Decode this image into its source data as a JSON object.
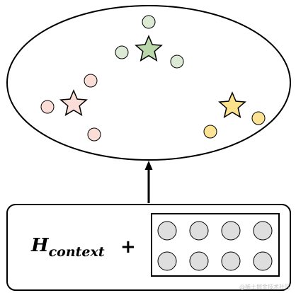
{
  "formula": {
    "symbol": "H",
    "subscript": "context",
    "operator": "+"
  },
  "colors": {
    "red_point": "#f9ddd6",
    "red_star": "#f9ddd6",
    "green_point": "#dbe9d5",
    "green_star": "#b9d7a9",
    "yellow_point": "#fbe295",
    "yellow_star": "#fce28a",
    "vector_cell": "#dedede"
  },
  "watermark": "@稀土掘金技术社区"
}
